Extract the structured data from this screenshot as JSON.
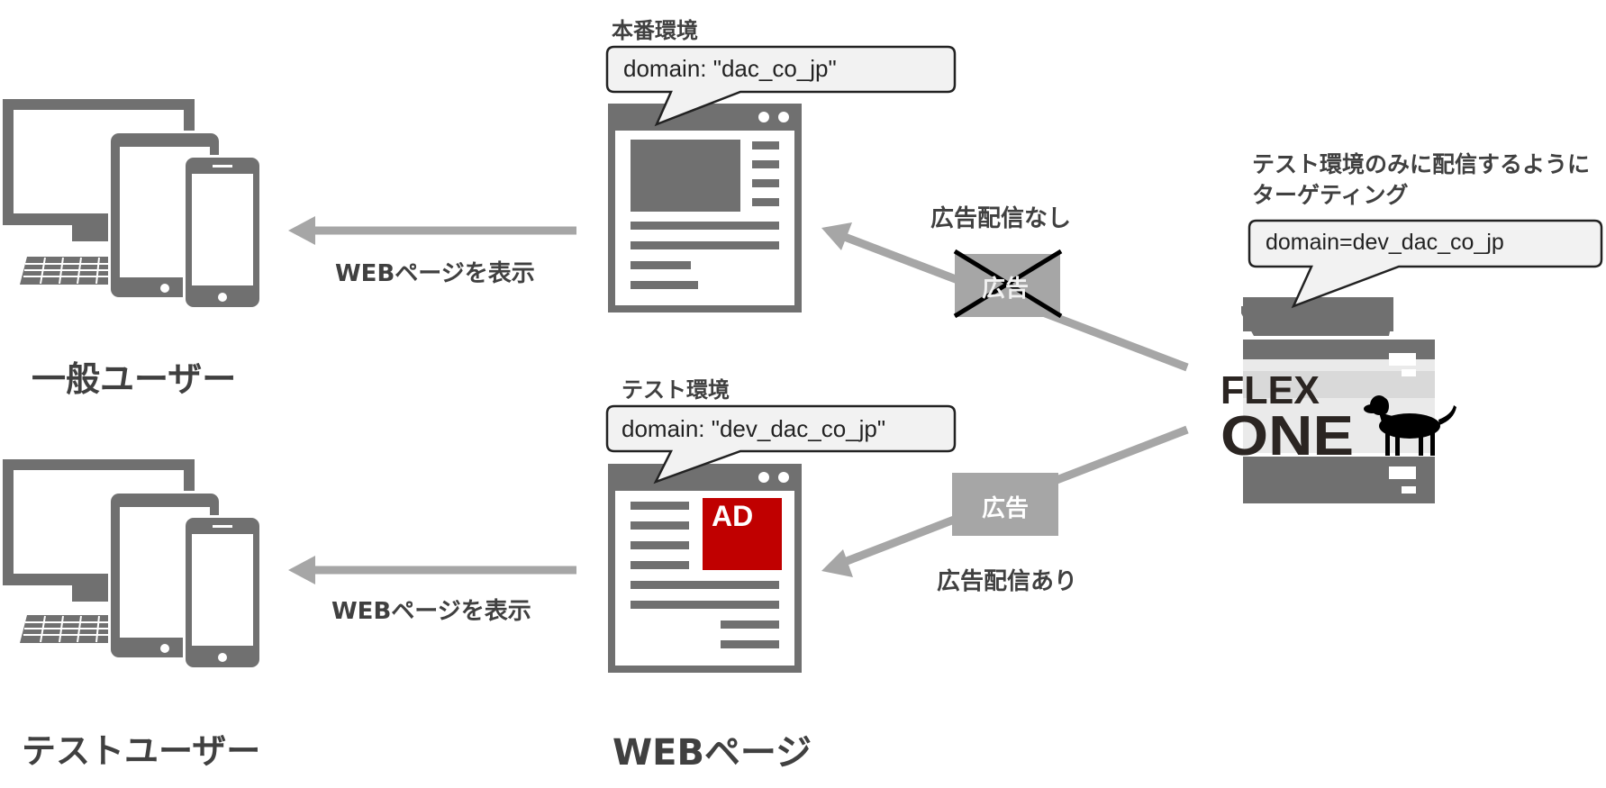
{
  "users": {
    "general": "一般ユーザー",
    "test": "テストユーザー"
  },
  "arrows": {
    "display_top": "WEBページを表示",
    "display_bottom": "WEBページを表示"
  },
  "pages": {
    "production_title": "本番環境",
    "production_domain": "domain: \"dac_co_jp\"",
    "test_title": "テスト環境",
    "test_domain": "domain: \"dev_dac_co_jp\"",
    "ad_badge": "AD",
    "footer_label": "WEBページ"
  },
  "delivery": {
    "no_ad_label": "広告配信なし",
    "no_ad_box": "広告",
    "ad_label": "広告配信あり",
    "ad_box": "広告"
  },
  "server": {
    "caption_line1": "テスト環境のみに配信するように",
    "caption_line2": "ターゲティング",
    "targeting": "domain=dev_dac_co_jp",
    "logo_top": "FLEX",
    "logo_bottom": "ONE"
  },
  "colors": {
    "icon_gray": "#707070",
    "arrow_gray": "#a6a6a6",
    "ad_red": "#c00000",
    "bubble_fill": "#f2f2f2",
    "text_dark": "#404040"
  }
}
